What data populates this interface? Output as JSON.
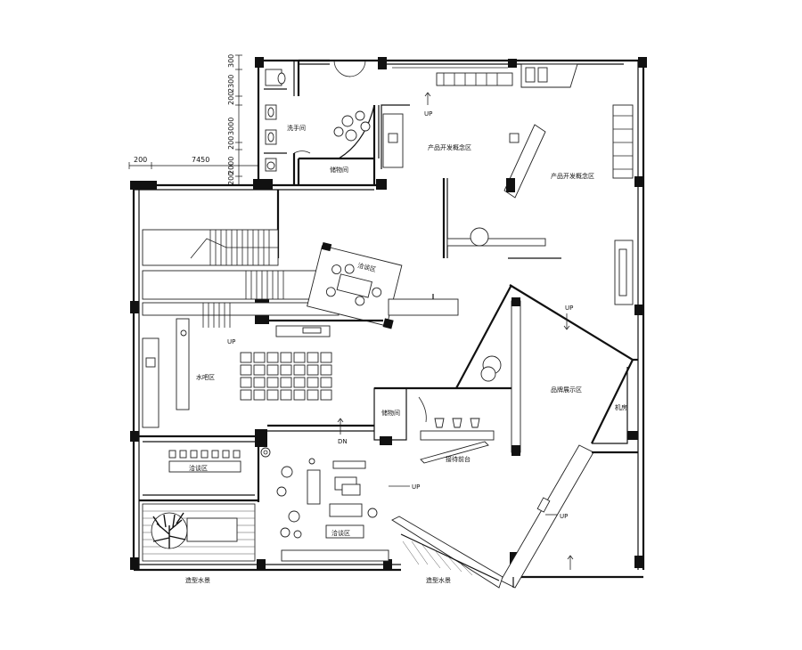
{
  "labels": {
    "washroom": "洗手间",
    "storage_top": "储物间",
    "product_zone_1": "产品开发概念区",
    "product_zone_2": "产品开发概念区",
    "meeting_center": "洽谈区",
    "water_bar": "水吧区",
    "meeting_left": "洽谈区",
    "meeting_bottom": "洽谈区",
    "storage_mid": "储物间",
    "reception": "接待前台",
    "brand_zone": "品牌展示区",
    "machine_room": "机房",
    "water_feature_left": "造型水景",
    "water_feature_right": "造型水景"
  },
  "markers": {
    "up1": "UP",
    "up2": "UP",
    "up3": "UP",
    "up4": "UP",
    "up5": "UP",
    "dn": "DN"
  },
  "dimensions": {
    "horizontal_a": "200",
    "horizontal_b": "7450",
    "v_1": "300",
    "v_2": "2300",
    "v_3": "200",
    "v_4": "3000",
    "v_5": "200",
    "v_6": "2000",
    "v_7": "200"
  }
}
